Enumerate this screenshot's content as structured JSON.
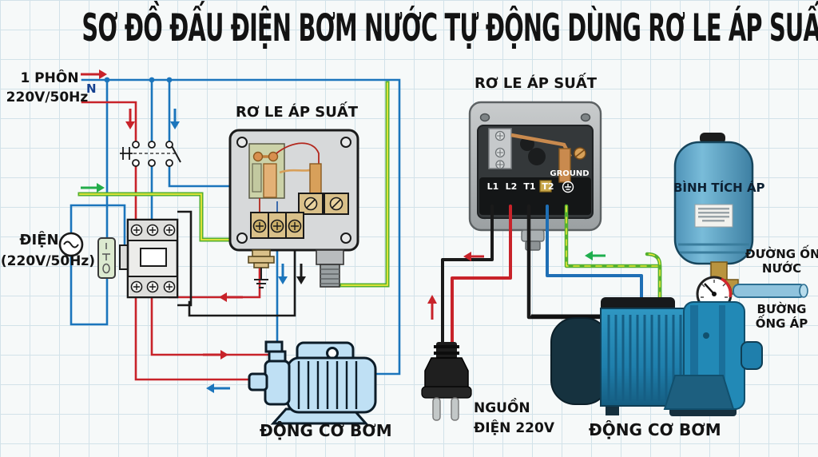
{
  "title": "SƠ ĐỒ ĐẤU ĐIỆN BƠM NƯỚC TỰ ĐỘNG DÙNG RƠ LE ÁP SUẤT",
  "schematic": {
    "phase_label": "1 PHÔN",
    "phase_sub": "220V/50Hz",
    "neutral_label": "N",
    "relay_label": "RƠ LE ÁP SUẤT",
    "power_label": "ĐIỆN",
    "power_sub": "(220V/50Hz)",
    "pump_label": "ĐỘNG CƠ BƠM"
  },
  "photo": {
    "relay_label": "RƠ LE ÁP SUẤT",
    "ground_label": "GROUND",
    "terminals": [
      "L1",
      "L2",
      "T1",
      "T2"
    ],
    "plug_label_1": "NGUỒN",
    "plug_label_2": "ĐIỆN 220V",
    "tank_label": "BÌNH TÍCH ÁP",
    "water_pipe_label_1": "ĐƯỜNG ỐNG",
    "water_pipe_label_2": "NƯỚC",
    "pressure_pipe_label_1": "BƯỜNG",
    "pressure_pipe_label_2": "ỐNG ÁP",
    "pump_label": "ĐỘNG CƠ BƠM"
  },
  "colors": {
    "live_blue": "#1b75bc",
    "neutral_red": "#c8232a",
    "black_wire": "#1a1a1a",
    "earth_green": "#54b02f",
    "earth_yellow": "#ece83a",
    "arrow_green": "#23ad4a",
    "tank_blue": "#5a9fc2",
    "pump_blue": "#1f7fac",
    "cartoon_pump_blue": "#bfe0f4",
    "grid_line": "#d2e2e9"
  }
}
